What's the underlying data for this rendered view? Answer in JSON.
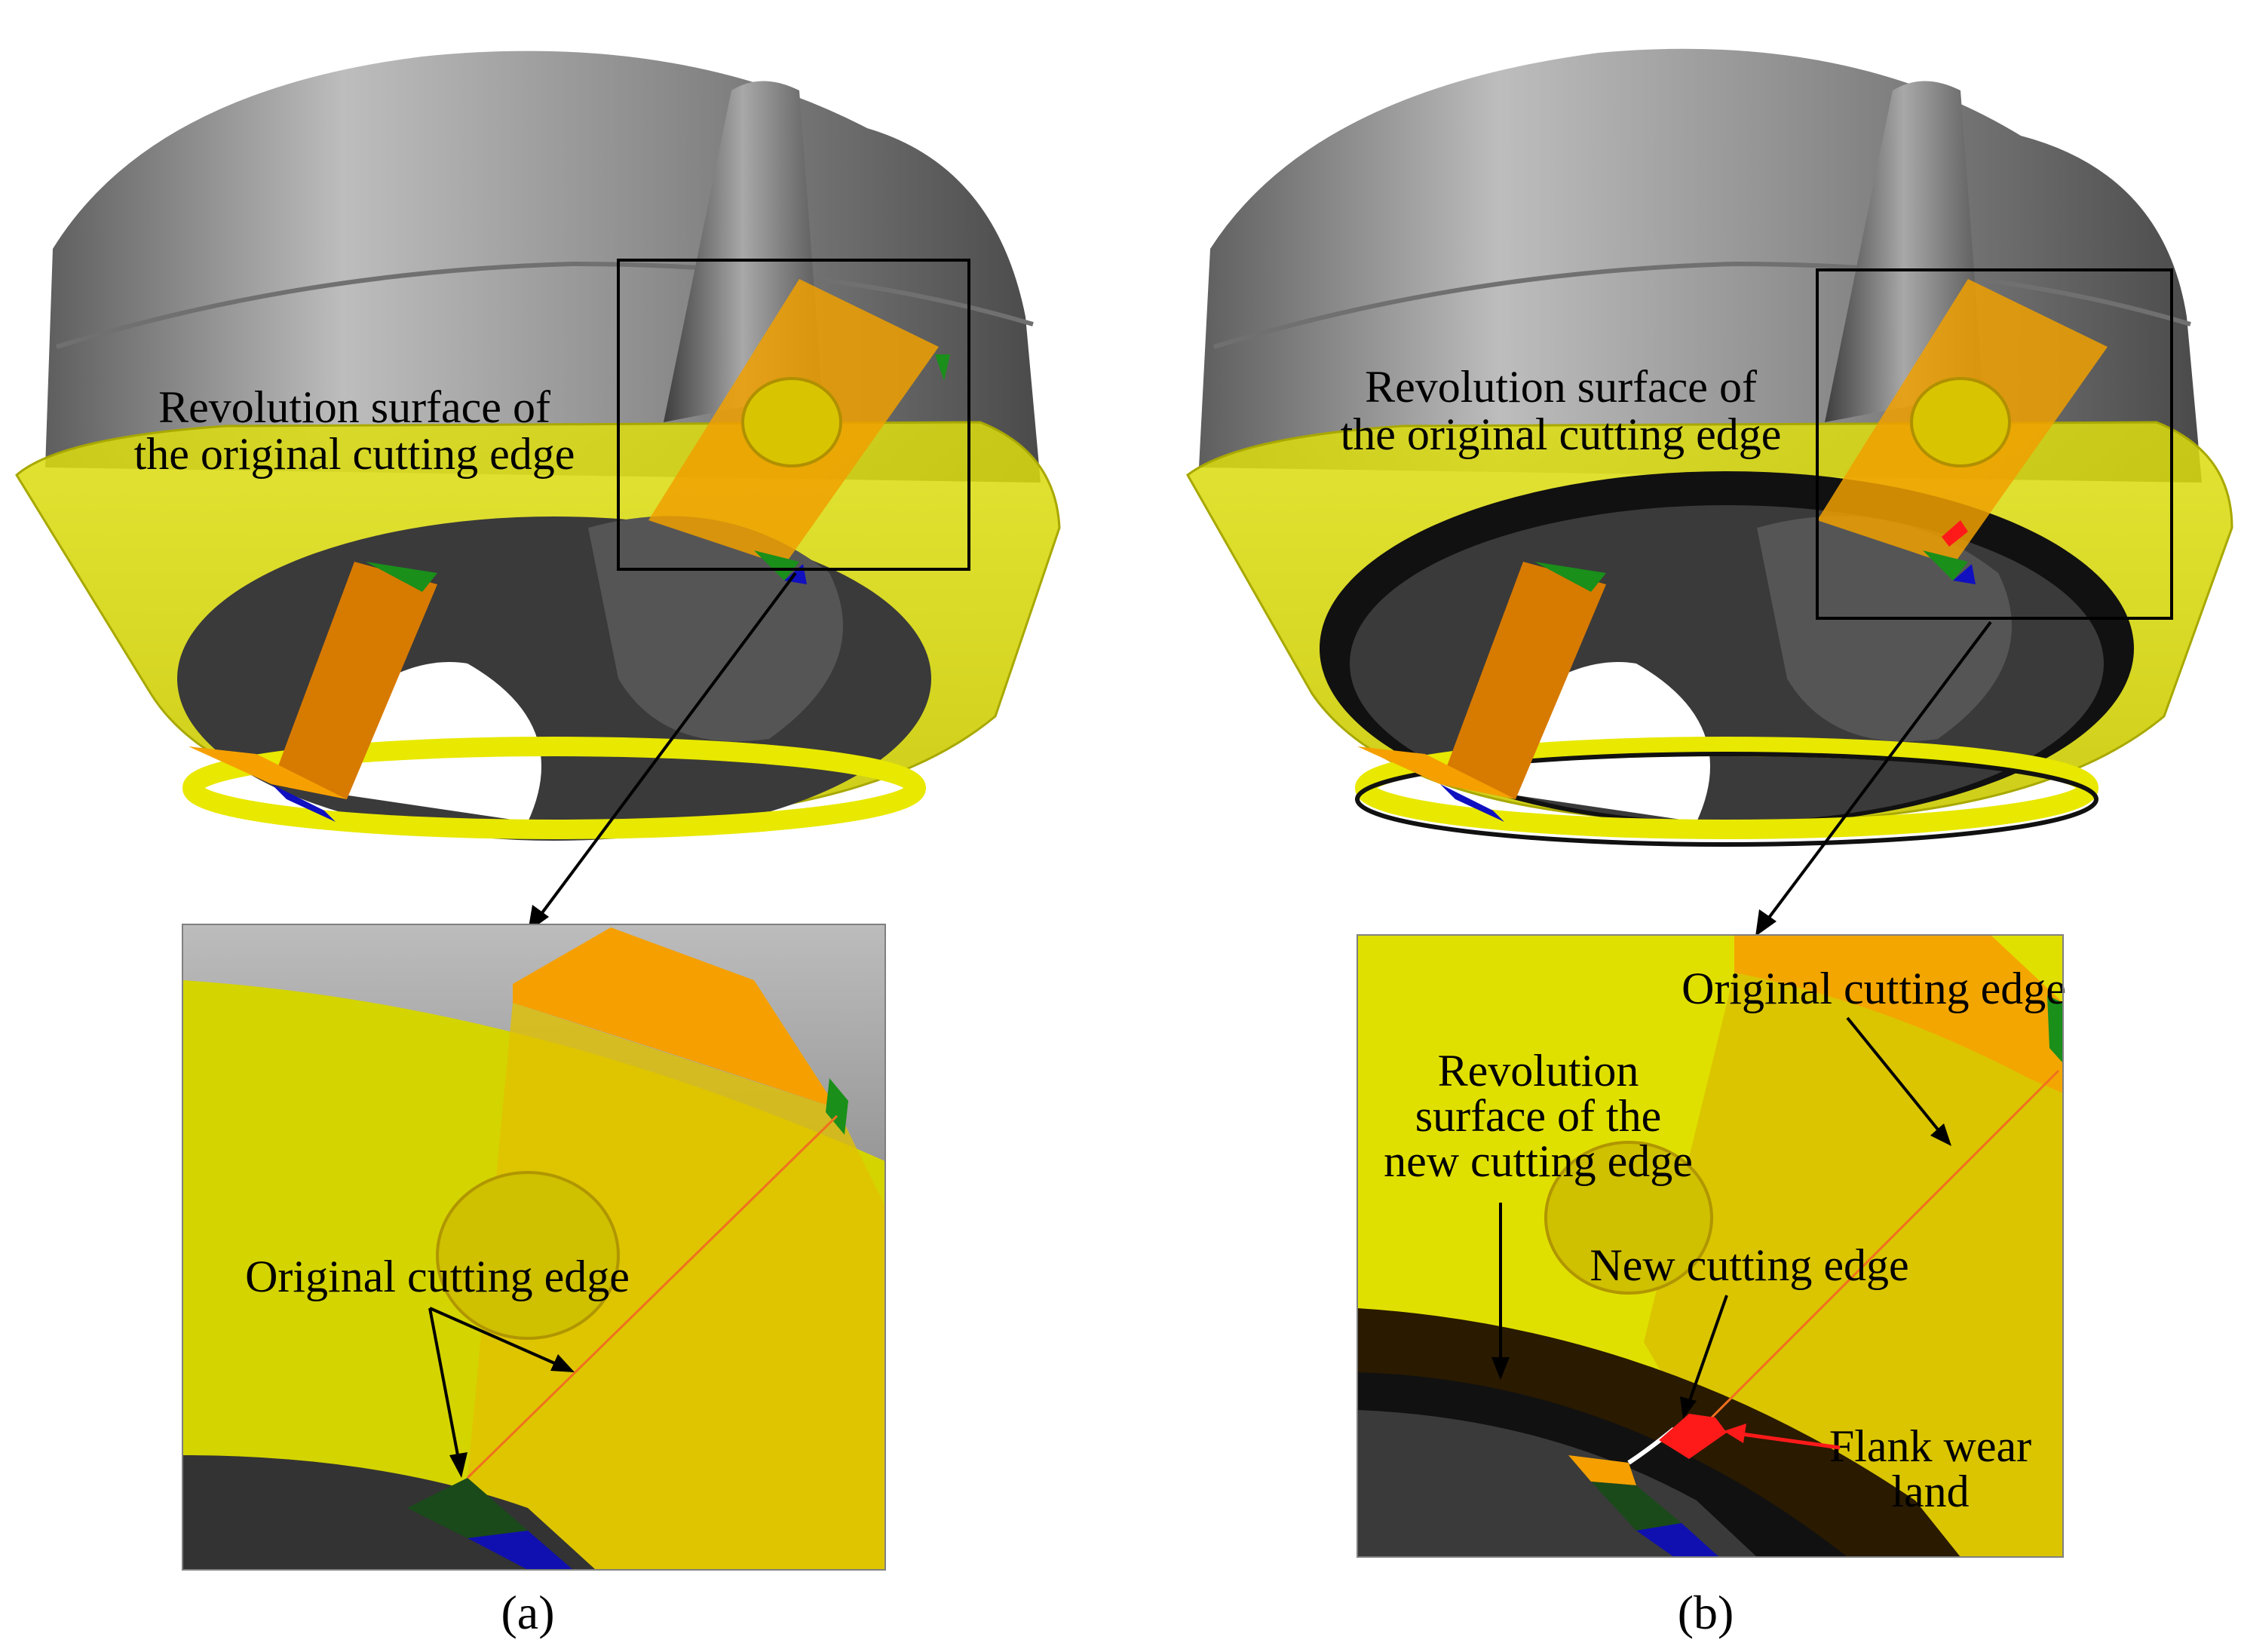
{
  "panels": [
    {
      "caption": "(a)",
      "main_label": [
        "Revolution surface of",
        "the original cutting edge"
      ],
      "zoom_labels": {
        "original_edge": "Original cutting edge"
      }
    },
    {
      "caption": "(b)",
      "main_label": [
        "Revolution surface of",
        "the original cutting edge"
      ],
      "zoom_labels": {
        "original_edge": "Original cutting edge",
        "revolution_new": [
          "Revolution",
          "surface of the",
          "new cutting edge"
        ],
        "new_edge": "New cutting edge",
        "flank_wear": [
          "Flank wear",
          "land"
        ]
      }
    }
  ],
  "colors": {
    "tool_body": "#9a9a9a",
    "tool_dark": "#3c3c3c",
    "revolution_surface": "#e4e400",
    "insert": "#f5a000",
    "insert_dark": "#d77a00",
    "edge_green": "#1a8f1a",
    "edge_blue": "#1010c0",
    "wear_land": "#ff1a1a",
    "new_surface": "#1a0f00",
    "arrow": "#000000"
  }
}
